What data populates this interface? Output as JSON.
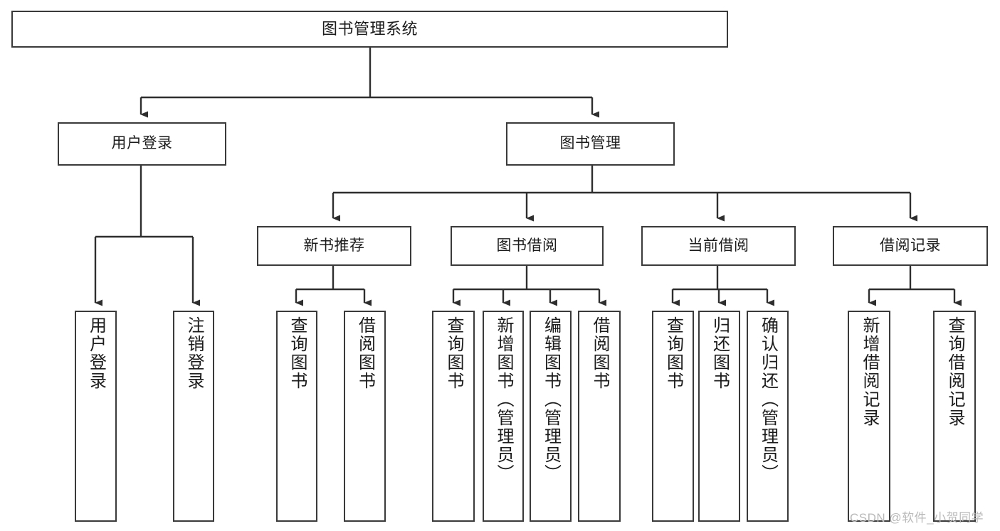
{
  "diagram": {
    "title": "图书管理系统",
    "type": "tree",
    "watermark": "CSDN @软件_小贺同学",
    "colors": {
      "box_border": "#3a3a3a",
      "box_fill": "#ffffff",
      "edge": "#2e2e2e",
      "text": "#1b1b1b",
      "watermark": "#b9b9b9",
      "background": "#ffffff"
    },
    "nodes": {
      "root": {
        "label": "图书管理系统"
      },
      "level2": [
        {
          "id": "user-login",
          "label": "用户登录"
        },
        {
          "id": "book-management",
          "label": "图书管理"
        }
      ],
      "level3": [
        {
          "id": "new-book-recommend",
          "label": "新书推荐"
        },
        {
          "id": "book-borrow",
          "label": "图书借阅"
        },
        {
          "id": "current-borrow",
          "label": "当前借阅"
        },
        {
          "id": "borrow-record",
          "label": "借阅记录"
        }
      ],
      "leaves": {
        "user-login": [
          {
            "id": "leaf-user-login",
            "label": "用户登录"
          },
          {
            "id": "leaf-logout-login",
            "label": "注销登录"
          }
        ],
        "new-book-recommend": [
          {
            "id": "leaf-query-book-1",
            "label": "查询图书"
          },
          {
            "id": "leaf-borrow-book-1",
            "label": "借阅图书"
          }
        ],
        "book-borrow": [
          {
            "id": "leaf-query-book-2",
            "label": "查询图书"
          },
          {
            "id": "leaf-add-book-admin",
            "label": "新增图书（管理员）"
          },
          {
            "id": "leaf-edit-book-admin",
            "label": "编辑图书（管理员）"
          },
          {
            "id": "leaf-borrow-book-2",
            "label": "借阅图书"
          }
        ],
        "current-borrow": [
          {
            "id": "leaf-query-book-3",
            "label": "查询图书"
          },
          {
            "id": "leaf-return-book",
            "label": "归还图书"
          },
          {
            "id": "leaf-confirm-return-admin",
            "label": "确认归还（管理员）"
          }
        ],
        "borrow-record": [
          {
            "id": "leaf-add-borrow-record",
            "label": "新增借阅记录"
          },
          {
            "id": "leaf-query-borrow-record",
            "label": "查询借阅记录"
          }
        ]
      }
    }
  }
}
